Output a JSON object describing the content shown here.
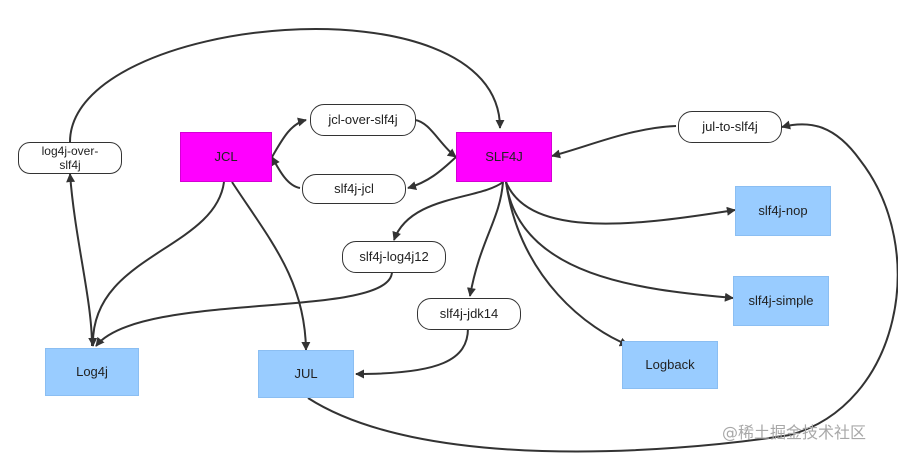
{
  "nodes": {
    "log4j_over_slf4j": "log4j-over-\nslf4j",
    "jcl": "JCL",
    "jcl_over_slf4j": "jcl-over-slf4j",
    "slf4j_jcl": "slf4j-jcl",
    "slf4j": "SLF4J",
    "jul_to_slf4j": "jul-to-slf4j",
    "slf4j_nop": "slf4j-nop",
    "slf4j_log4j12": "slf4j-log4j12",
    "slf4j_simple": "slf4j-simple",
    "slf4j_jdk14": "slf4j-jdk14",
    "log4j": "Log4j",
    "jul": "JUL",
    "logback": "Logback"
  },
  "watermark": "@稀土掘金技术社区",
  "colors": {
    "facade": "#ff00ff",
    "implementation": "#99ccff",
    "edge": "#333333"
  }
}
